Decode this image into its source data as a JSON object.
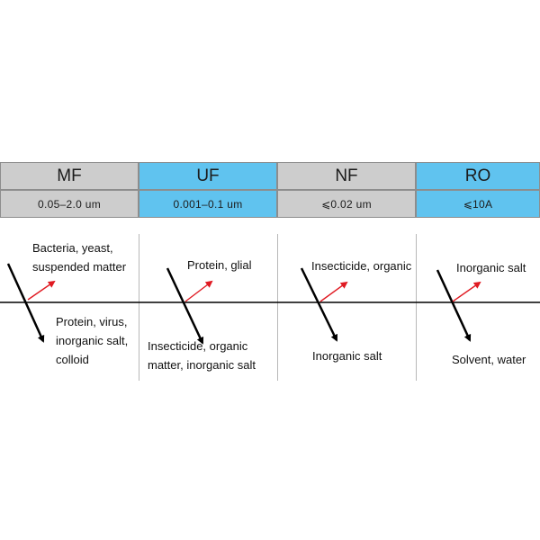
{
  "columns": [
    {
      "name": "MF",
      "range": "0.05–2.0 um",
      "color": "#cdcdcd"
    },
    {
      "name": "UF",
      "range": "0.001–0.1 um",
      "color": "#60c3ef"
    },
    {
      "name": "NF",
      "range": "⩽0.02 um",
      "color": "#cdcdcd"
    },
    {
      "name": "RO",
      "range": "⩽10A",
      "color": "#60c3ef"
    }
  ],
  "retained": [
    [
      "Bacteria, yeast,",
      "suspended matter"
    ],
    [
      "Protein, glial"
    ],
    [
      "Insecticide, organic"
    ],
    [
      "Inorganic salt"
    ]
  ],
  "passed": [
    [
      "Protein, virus,",
      "inorganic salt,",
      "colloid"
    ],
    [
      "Insecticide, organic",
      "matter, inorganic salt"
    ],
    [
      "Inorganic salt"
    ],
    [
      "Solvent, water"
    ]
  ],
  "colors": {
    "passed_arrow": "#000000",
    "retained_arrow": "#e01a22",
    "membrane_line": "#000000"
  }
}
